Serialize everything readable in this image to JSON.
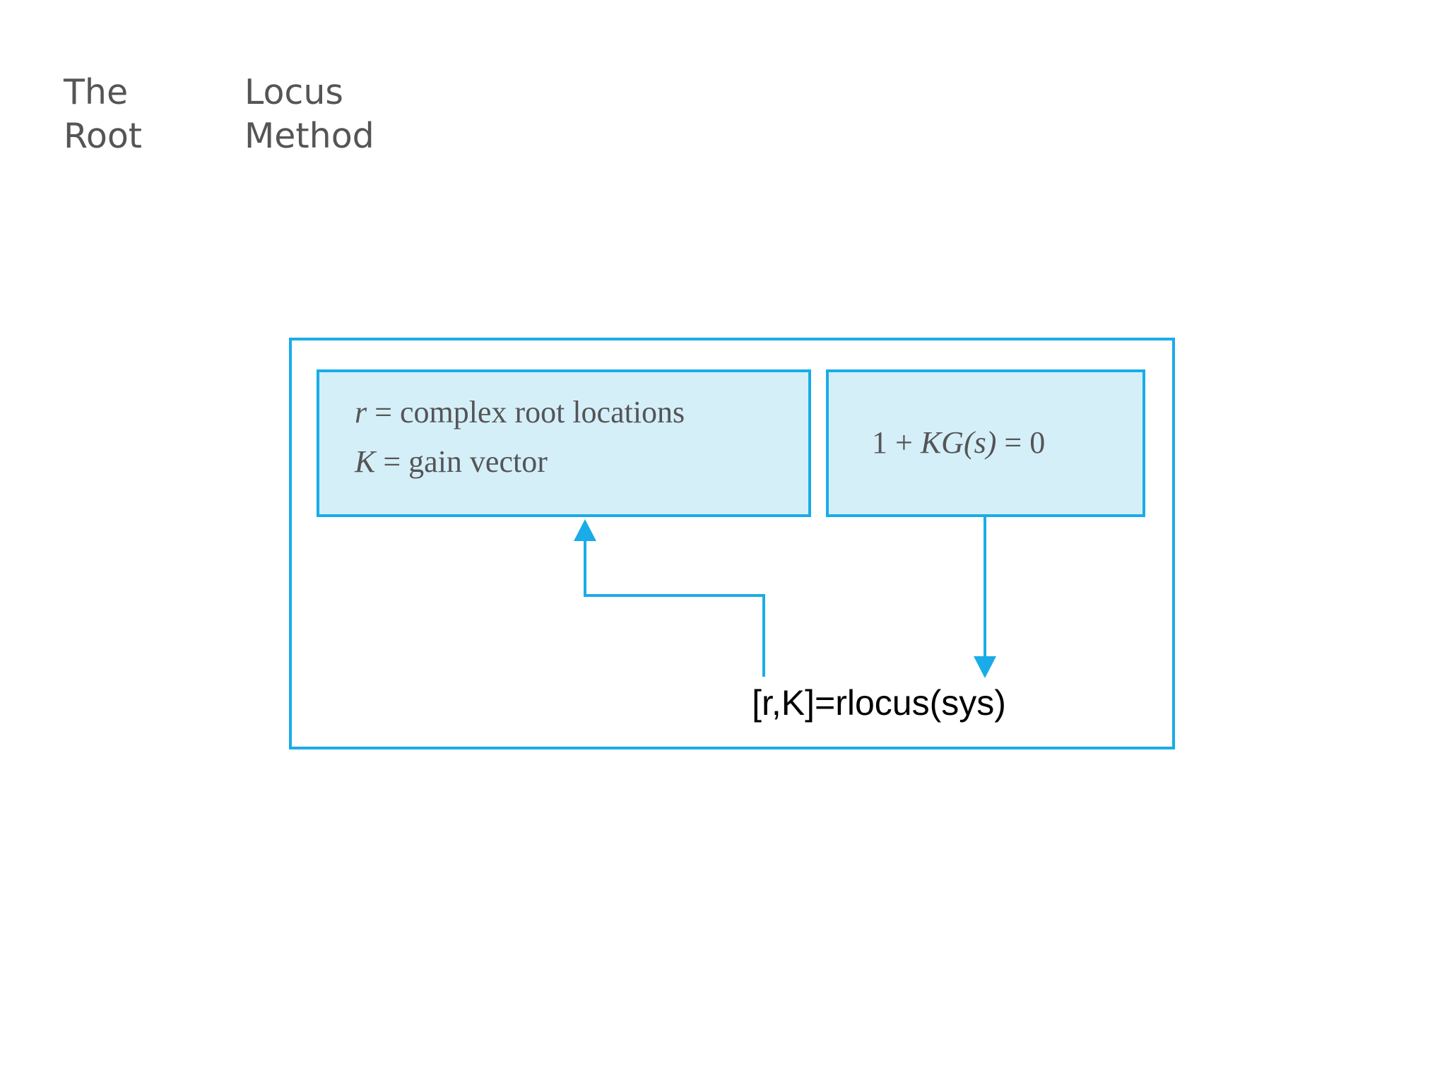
{
  "slide": {
    "title_words": [
      "The",
      "Locus",
      "Root",
      "Method"
    ]
  },
  "colors": {
    "accent": "#1aace8",
    "box_fill": "#d5eff9",
    "title_text": "#555555",
    "diagram_text": "#555555"
  },
  "diagram": {
    "left_box": {
      "line1_var": "r",
      "line1_rest": " = complex root locations",
      "line2_var": "K",
      "line2_rest": " = gain vector"
    },
    "right_box": {
      "prefix": "1 + ",
      "func": "KG(s)",
      "suffix": " = 0"
    },
    "command": "[r,K]=rlocus(sys)"
  }
}
